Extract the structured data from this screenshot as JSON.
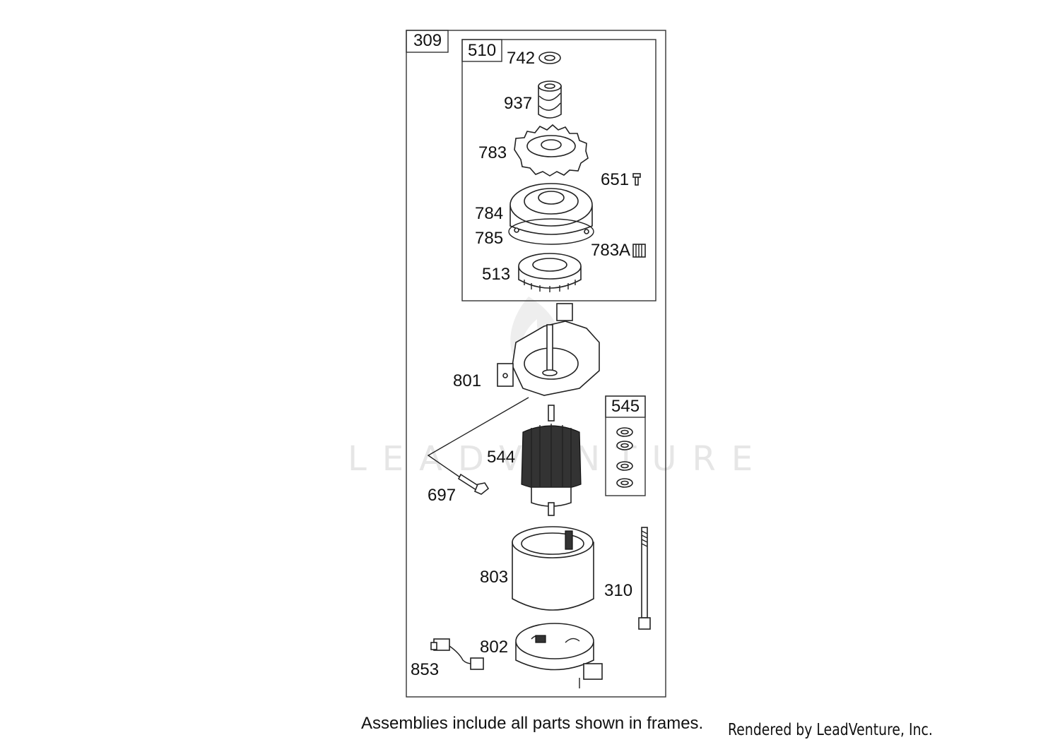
{
  "watermark": {
    "brand": "LEADVENTURE",
    "icon": "flame-logo"
  },
  "frames": [
    {
      "id": "frame-309",
      "label": "309"
    },
    {
      "id": "frame-510",
      "label": "510"
    },
    {
      "id": "frame-545",
      "label": "545"
    }
  ],
  "callouts": [
    "742",
    "937",
    "783",
    "651",
    "784",
    "785",
    "783A",
    "513",
    "801",
    "544",
    "697",
    "803",
    "310",
    "802",
    "853"
  ],
  "parts": [
    {
      "callout": "742",
      "icon": "clip-icon"
    },
    {
      "callout": "937",
      "icon": "helix-pinion-icon"
    },
    {
      "callout": "783",
      "icon": "gear-icon"
    },
    {
      "callout": "651",
      "icon": "screw-icon"
    },
    {
      "callout": "784",
      "icon": "drive-cover-icon"
    },
    {
      "callout": "785",
      "icon": "gasket-icon"
    },
    {
      "callout": "783A",
      "icon": "pinion-gear-icon"
    },
    {
      "callout": "513",
      "icon": "clutch-gear-icon"
    },
    {
      "callout": "801",
      "icon": "end-cap-icon"
    },
    {
      "callout": "544",
      "icon": "armature-icon"
    },
    {
      "callout": "697",
      "icon": "bolt-icon"
    },
    {
      "callout": "803",
      "icon": "motor-housing-icon"
    },
    {
      "callout": "310",
      "icon": "thru-bolt-icon"
    },
    {
      "callout": "802",
      "icon": "brush-plate-icon"
    },
    {
      "callout": "853",
      "icon": "connector-harness-icon"
    }
  ],
  "footer": {
    "note": "Assemblies include all parts shown in frames.",
    "credit": "Rendered by LeadVenture, Inc."
  }
}
